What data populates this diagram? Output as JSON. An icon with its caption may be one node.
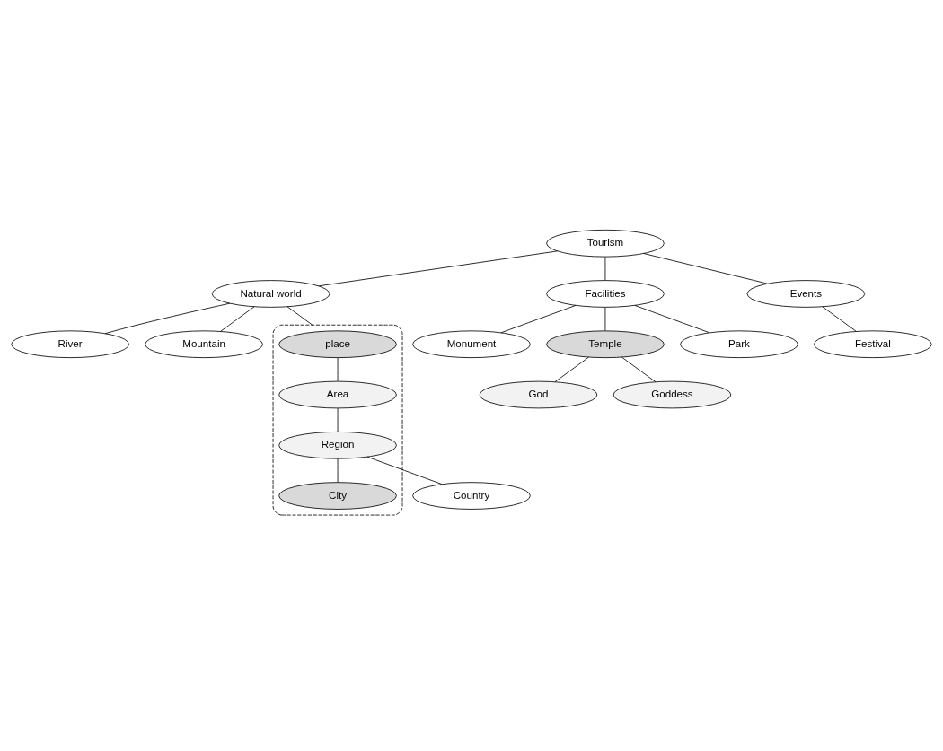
{
  "diagram": {
    "nodes": [
      {
        "text": [
          "Tourism"
        ]
      },
      {
        "text": [
          "Natural world"
        ]
      },
      {
        "text": [
          "Facilities"
        ]
      },
      {
        "text": [
          "Events"
        ]
      },
      {
        "text": [
          "River"
        ]
      },
      {
        "text": [
          "Mountain"
        ]
      },
      {
        "text": [
          "Festival"
        ]
      },
      {
        "text": [
          "Monument"
        ]
      },
      {
        "text": [],
        "shape": "ellipse"
      },
      {
        "text": [
          "place"
        ],
        "in": 8
      },
      {
        "text": [
          "Temple"
        ]
      },
      {
        "text": [
          "Park"
        ]
      },
      {
        "text": [
          "Area"
        ],
        "in": 8
      },
      {
        "text": [
          "God"
        ]
      },
      {
        "text": [
          "Goddess"
        ]
      },
      {
        "text": [
          "Region"
        ],
        "in": 8
      },
      {
        "text": [
          "City"
        ],
        "in": 8
      },
      {
        "text": [
          "Country"
        ]
      }
    ],
    "edges": [
      {
        "from": 0,
        "to": 1,
        "arrow": "none"
      },
      {
        "from": 0,
        "to": 2,
        "arrow": "none"
      },
      {
        "from": 0,
        "to": 3,
        "arrow": "none"
      },
      {
        "from": 1,
        "to": 4,
        "arrow": "none"
      },
      {
        "from": 1,
        "to": 5,
        "arrow": "none"
      },
      {
        "from": 1,
        "to": 8,
        "arrow": "none"
      },
      {
        "from": 2,
        "to": 10,
        "arrow": "none"
      },
      {
        "from": 2,
        "to": 11,
        "arrow": "none"
      },
      {
        "from": 2,
        "to": 7,
        "arrow": "none"
      },
      {
        "from": 3,
        "to": 6,
        "arrow": "none"
      },
      {
        "from": 10,
        "to": 13,
        "arrow": "none"
      },
      {
        "from": 10,
        "to": 14,
        "arrow": "none"
      },
      {
        "from": 9,
        "to": 12,
        "arrow": "none"
      },
      {
        "from": 12,
        "to": 15,
        "arrow": "none"
      },
      {
        "from": 15,
        "to": 16,
        "arrow": "none"
      },
      {
        "from": 15,
        "to": 17,
        "arrow": "none"
      }
    ]
  }
}
